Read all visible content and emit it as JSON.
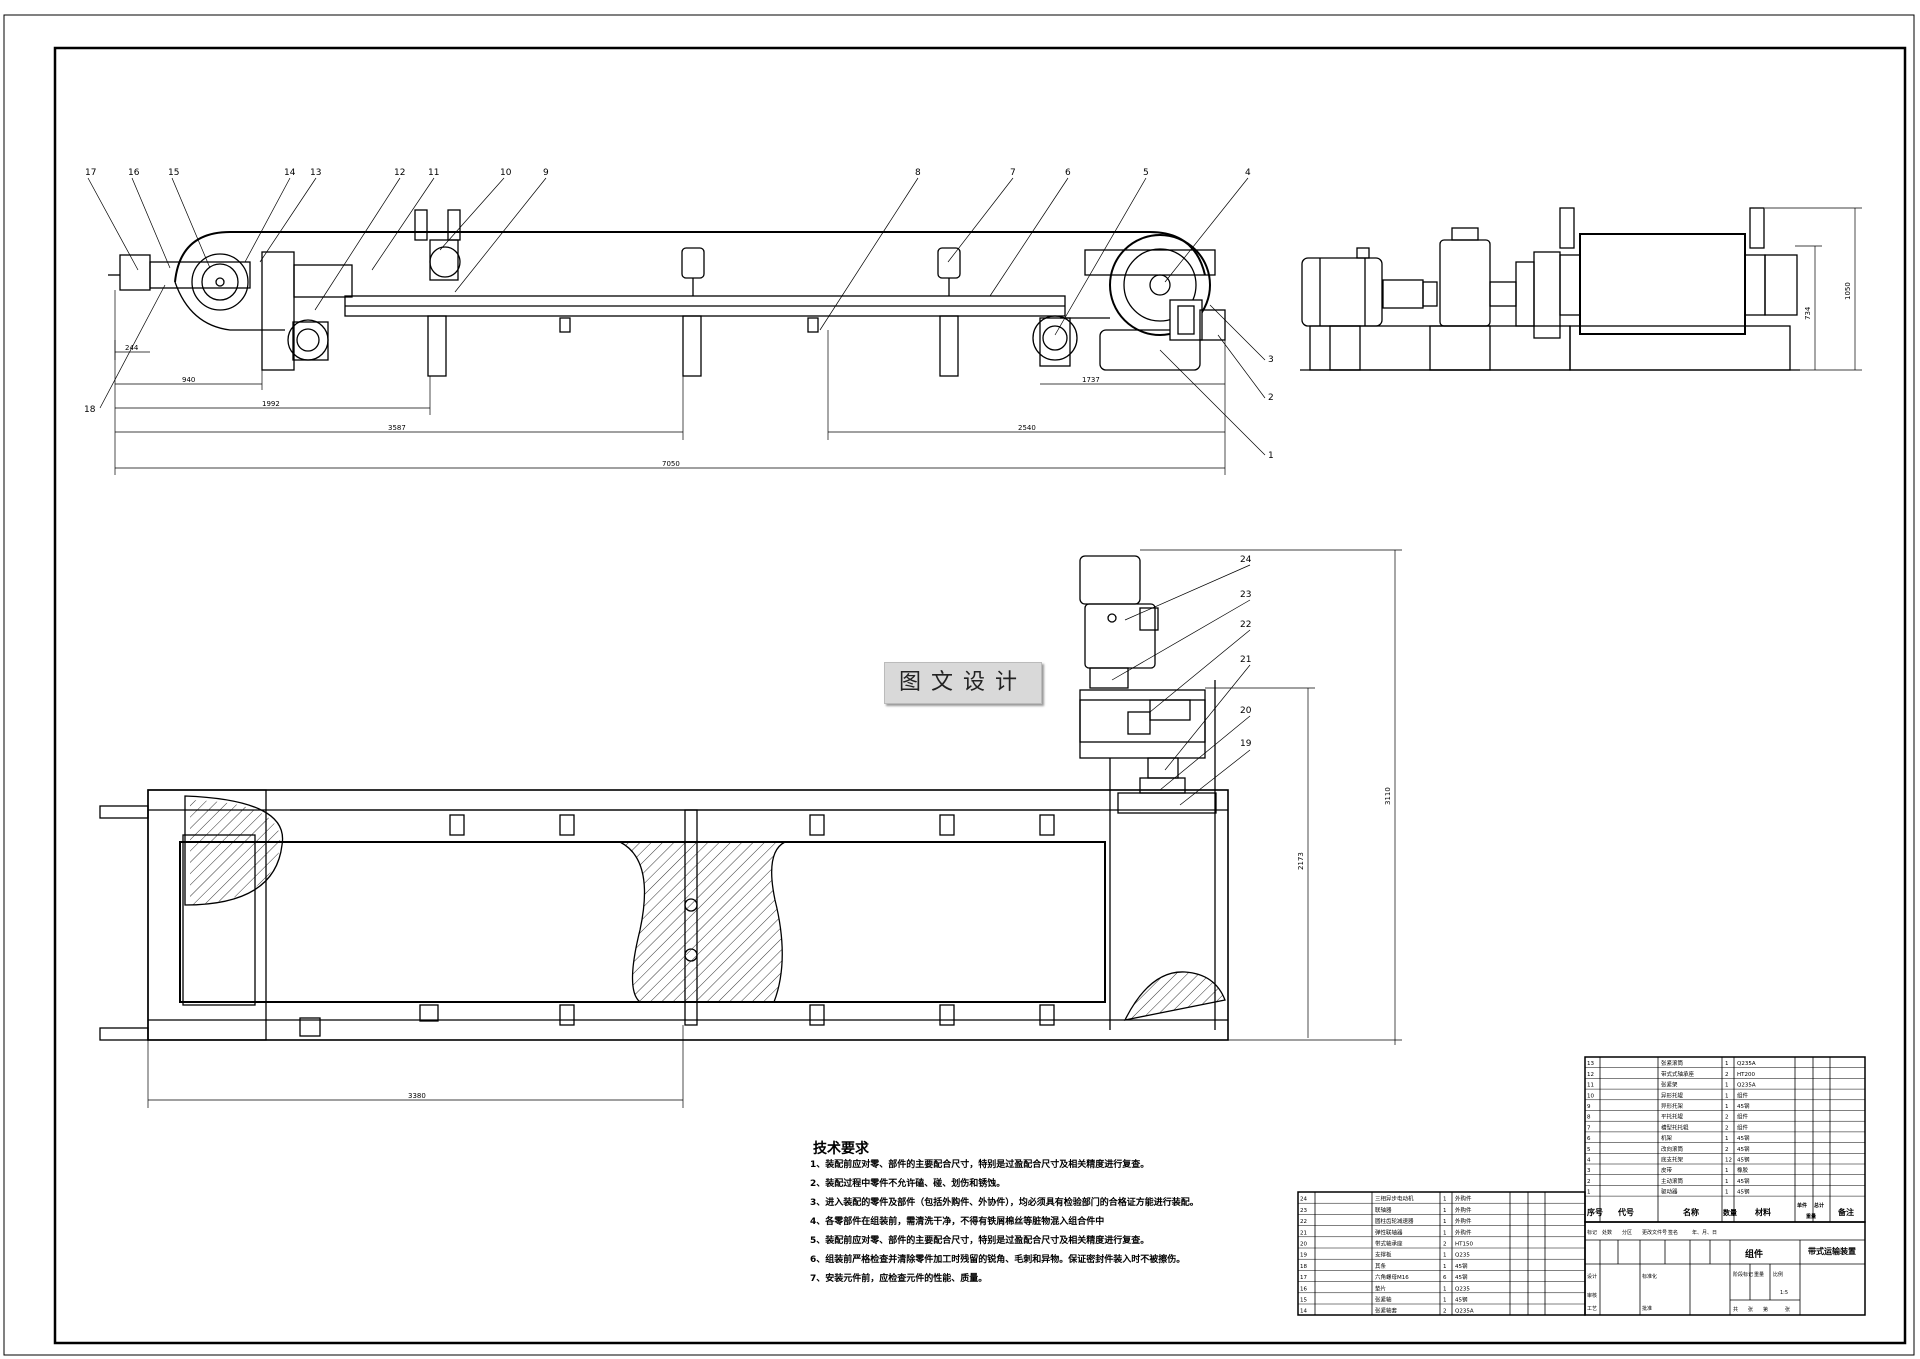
{
  "side_view": {
    "callouts": [
      "17",
      "16",
      "15",
      "14",
      "13",
      "12",
      "11",
      "10",
      "9",
      "8",
      "7",
      "6",
      "5",
      "4",
      "3",
      "2",
      "1",
      "18"
    ],
    "dims": {
      "d244": "244",
      "d940": "940",
      "d1992": "1992",
      "d3587": "3587",
      "d7050": "7050",
      "d1737": "1737",
      "d2540": "2540"
    }
  },
  "end_view": {
    "dims": {
      "d1050": "1050",
      "d734": "734"
    }
  },
  "plan_view": {
    "callouts": [
      "24",
      "23",
      "22",
      "21",
      "20",
      "19"
    ],
    "dims": {
      "d3110": "3110",
      "d2173": "2173",
      "d3380": "3380"
    }
  },
  "watermark": "图文设计",
  "tech_requirements": {
    "title": "技术要求",
    "items": [
      "1、装配前应对零、部件的主要配合尺寸，特别是过盈配合尺寸及相关精度进行复查。",
      "2、装配过程中零件不允许磕、碰、划伤和锈蚀。",
      "3、进入装配的零件及部件（包括外购件、外协件），均必须具有检验部门的合格证方能进行装配。",
      "4、各零部件在组装前，需清洗干净，不得有铁屑棉丝等脏物混入组合件中",
      "5、装配前应对零、部件的主要配合尺寸，特别是过盈配合尺寸及相关精度进行复查。",
      "6、组装前严格检查并清除零件加工时残留的锐角、毛刺和异物。保证密封件装入时不被擦伤。",
      "7、安装元件前，应检查元件的性能、质量。"
    ]
  },
  "bom_right": {
    "rows": [
      {
        "no": "13",
        "name": "张紧滚筒",
        "qty": "1",
        "mat": "Q235A"
      },
      {
        "no": "12",
        "name": "带式式轴承座",
        "qty": "2",
        "mat": "HT200"
      },
      {
        "no": "11",
        "name": "张紧架",
        "qty": "1",
        "mat": "Q235A"
      },
      {
        "no": "10",
        "name": "异形托辊",
        "qty": "1",
        "mat": "组件"
      },
      {
        "no": "9",
        "name": "异形托架",
        "qty": "1",
        "mat": "45钢"
      },
      {
        "no": "8",
        "name": "平托托辊",
        "qty": "2",
        "mat": "组件"
      },
      {
        "no": "7",
        "name": "槽型托托辊",
        "qty": "2",
        "mat": "组件"
      },
      {
        "no": "6",
        "name": "机架",
        "qty": "1",
        "mat": "45钢"
      },
      {
        "no": "5",
        "name": "改向滚筒",
        "qty": "2",
        "mat": "45钢"
      },
      {
        "no": "4",
        "name": "底支托架",
        "qty": "12",
        "mat": "45钢"
      },
      {
        "no": "3",
        "name": "皮带",
        "qty": "1",
        "mat": "橡胶"
      },
      {
        "no": "2",
        "name": "主动滚筒",
        "qty": "1",
        "mat": "45钢"
      },
      {
        "no": "1",
        "name": "驱动器",
        "qty": "1",
        "mat": "45钢"
      }
    ],
    "header": {
      "no": "序号",
      "code": "代号",
      "name": "名称",
      "qty": "数量",
      "mat": "材料",
      "unit": "单件",
      "total": "总计",
      "weight": "重量",
      "remark": "备注"
    }
  },
  "bom_left": {
    "rows": [
      {
        "no": "24",
        "name": "三相异步电动机",
        "qty": "1",
        "mat": "外购件"
      },
      {
        "no": "23",
        "name": "联轴器",
        "qty": "1",
        "mat": "外购件"
      },
      {
        "no": "22",
        "name": "圆柱齿轮减速器",
        "qty": "1",
        "mat": "外购件"
      },
      {
        "no": "21",
        "name": "弹性联轴器",
        "qty": "1",
        "mat": "外购件"
      },
      {
        "no": "20",
        "name": "带式轴承座",
        "qty": "2",
        "mat": "HT150"
      },
      {
        "no": "19",
        "name": "支撑板",
        "qty": "1",
        "mat": "Q235"
      },
      {
        "no": "18",
        "name": "其条",
        "qty": "1",
        "mat": "45钢"
      },
      {
        "no": "17",
        "name": "六角螺母M16",
        "qty": "6",
        "mat": "45钢"
      },
      {
        "no": "16",
        "name": "垫片",
        "qty": "1",
        "mat": "Q235"
      },
      {
        "no": "15",
        "name": "张紧轴",
        "qty": "1",
        "mat": "45钢"
      },
      {
        "no": "14",
        "name": "张紧轴套",
        "qty": "2",
        "mat": "Q235A"
      }
    ]
  },
  "title_block": {
    "part": "组件",
    "name": "带式运输装置",
    "labels": {
      "mark": "标记",
      "count": "处数",
      "zone": "分区",
      "docno": "更改文件号",
      "sign": "签名",
      "date": "年、月、日",
      "design": "设计",
      "std": "标准化",
      "review": "审核",
      "process": "工艺",
      "approve": "批准",
      "stage": "阶段标记",
      "weight": "重量",
      "scale": "比例",
      "sheets": "共",
      "sheet": "张",
      "ofsheet": "第",
      "ofsheet2": "张"
    },
    "scale": "1:5"
  }
}
